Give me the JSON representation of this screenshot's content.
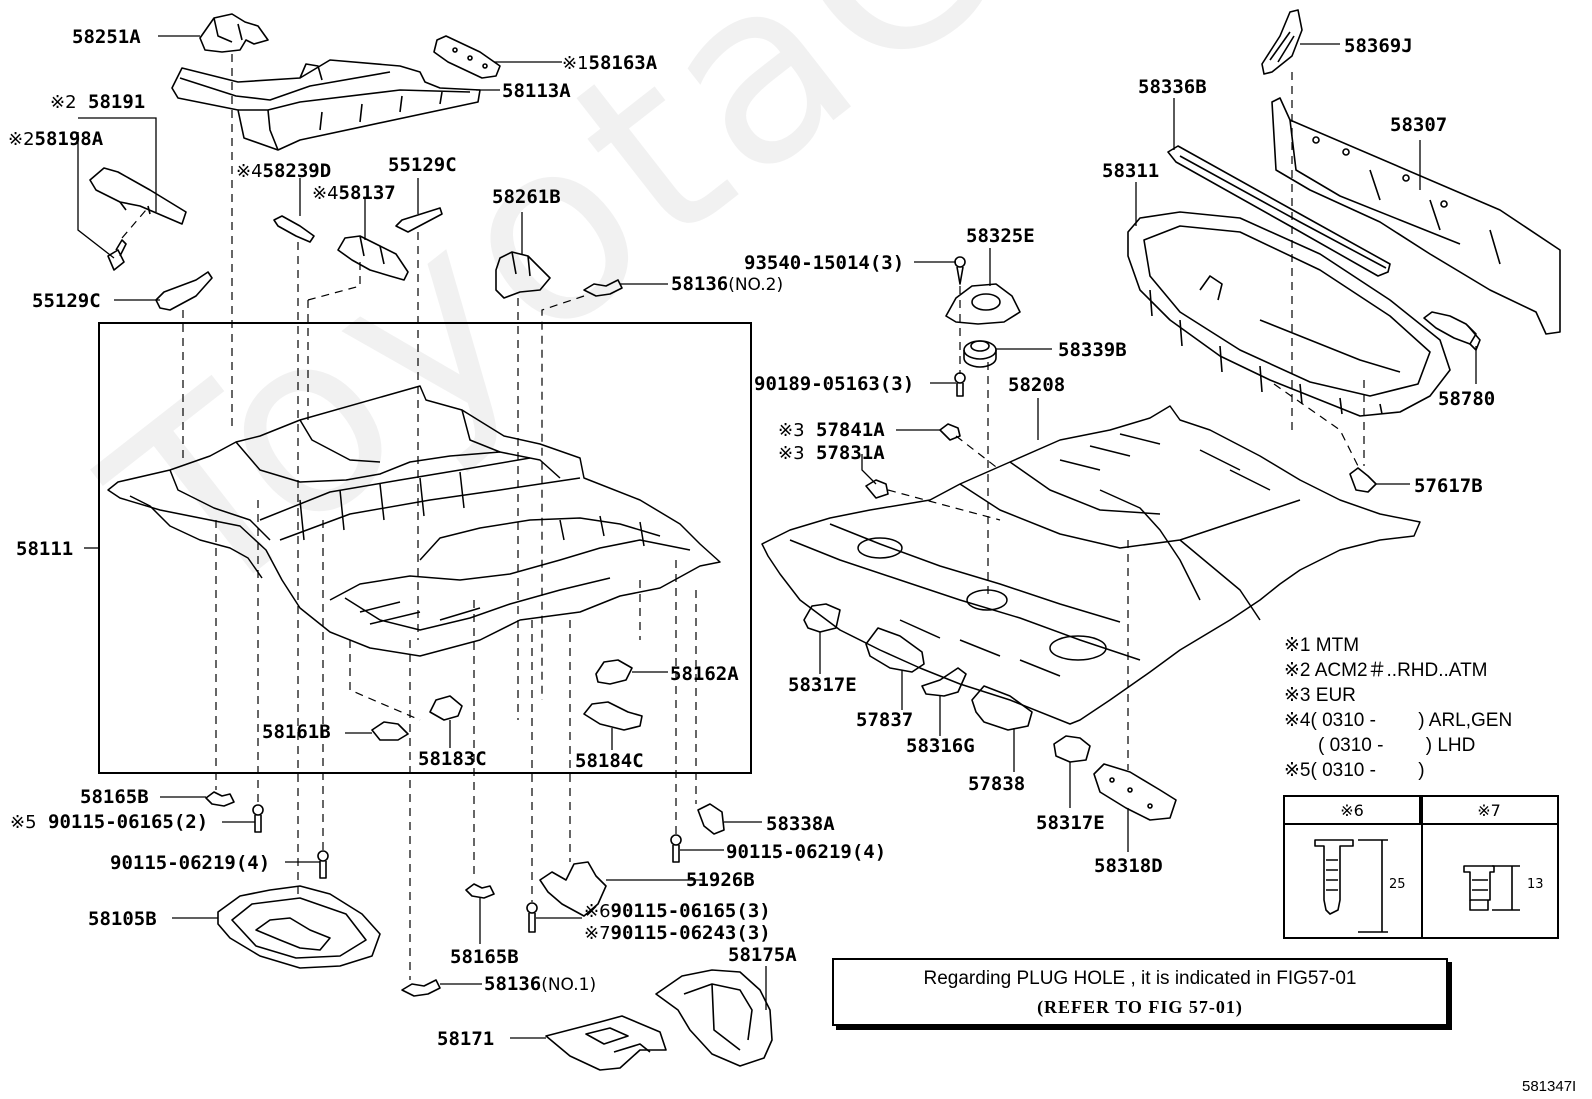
{
  "diagram": {
    "type": "exploded-parts-diagram",
    "subject": "Floor pan & luggage compartment floor",
    "figure_number": "581347I",
    "watermark": "ToyotaCarMine.ru"
  },
  "labels": {
    "p58251A": {
      "code": "58251A"
    },
    "p58163A": {
      "mark": "※1",
      "code": "58163A"
    },
    "p58113A": {
      "code": "58113A"
    },
    "p58191": {
      "mark": "※2",
      "code": "58191"
    },
    "p58198A": {
      "mark": "※2",
      "code": "58198A"
    },
    "p58239D": {
      "mark": "※4",
      "code": "58239D"
    },
    "p55129C_top": {
      "code": "55129C"
    },
    "p58137": {
      "mark": "※4",
      "code": "58137"
    },
    "p58261B": {
      "code": "58261B"
    },
    "p55129C_left": {
      "code": "55129C"
    },
    "p58136_no2": {
      "code": "58136",
      "qty": "(NO.2)"
    },
    "p58111": {
      "code": "58111"
    },
    "p58162A": {
      "code": "58162A"
    },
    "p58161B": {
      "code": "58161B"
    },
    "p58183C": {
      "code": "58183C"
    },
    "p58184C": {
      "code": "58184C"
    },
    "p58165B_left": {
      "code": "58165B"
    },
    "p90115_06165_2": {
      "mark": "※5",
      "code": "90115-06165",
      "qty": "(2)"
    },
    "p90115_06219_left": {
      "code": "90115-06219",
      "qty": "(4)"
    },
    "p58105B": {
      "code": "58105B"
    },
    "p58338A": {
      "code": "58338A"
    },
    "p90115_06219_right": {
      "code": "90115-06219",
      "qty": "(4)"
    },
    "p51926B": {
      "code": "51926B"
    },
    "p90115_06165_3": {
      "mark": "※6",
      "code": "90115-06165",
      "qty": "(3)"
    },
    "p90115_06243_3": {
      "mark": "※7",
      "code": "90115-06243",
      "qty": "(3)"
    },
    "p58165B_center": {
      "code": "58165B"
    },
    "p58136_no1": {
      "code": "58136",
      "qty": "(NO.1)"
    },
    "p58175A": {
      "code": "58175A"
    },
    "p58171": {
      "code": "58171"
    },
    "p58369J": {
      "code": "58369J"
    },
    "p58336B": {
      "code": "58336B"
    },
    "p58307": {
      "code": "58307"
    },
    "p58311": {
      "code": "58311"
    },
    "p58325E": {
      "code": "58325E"
    },
    "p93540_15014": {
      "code": "93540-15014",
      "qty": "(3)"
    },
    "p58339B": {
      "code": "58339B"
    },
    "p90189_05163": {
      "code": "90189-05163",
      "qty": "(3)"
    },
    "p58208": {
      "code": "58208"
    },
    "p58780": {
      "code": "58780"
    },
    "p57841A": {
      "mark": "※3",
      "code": "57841A"
    },
    "p57831A": {
      "mark": "※3",
      "code": "57831A"
    },
    "p57617B": {
      "code": "57617B"
    },
    "p58317E_left": {
      "code": "58317E"
    },
    "p57837": {
      "code": "57837"
    },
    "p58316G": {
      "code": "58316G"
    },
    "p57838": {
      "code": "57838"
    },
    "p58317E_right": {
      "code": "58317E"
    },
    "p58318D": {
      "code": "58318D"
    }
  },
  "legend_notes": [
    {
      "mark": "※1",
      "text": "MTM"
    },
    {
      "mark": "※2",
      "text": "ACM2＃..RHD..ATM"
    },
    {
      "mark": "※3",
      "text": "EUR"
    },
    {
      "mark": "※4",
      "text": "( 0310 -        ) ARL,GEN"
    },
    {
      "mark": "",
      "text": "( 0310 -        ) LHD"
    },
    {
      "mark": "※5",
      "text": "( 0310 -        )"
    }
  ],
  "fastener_table": {
    "col1": {
      "header": "※6",
      "dimension": "25"
    },
    "col2": {
      "header": "※7",
      "dimension": "13"
    }
  },
  "reference_box": {
    "line1": "Regarding  PLUG HOLE , it is  indicated  in  FIG57-01",
    "line2": "(REFER TO FIG   57-01)"
  }
}
